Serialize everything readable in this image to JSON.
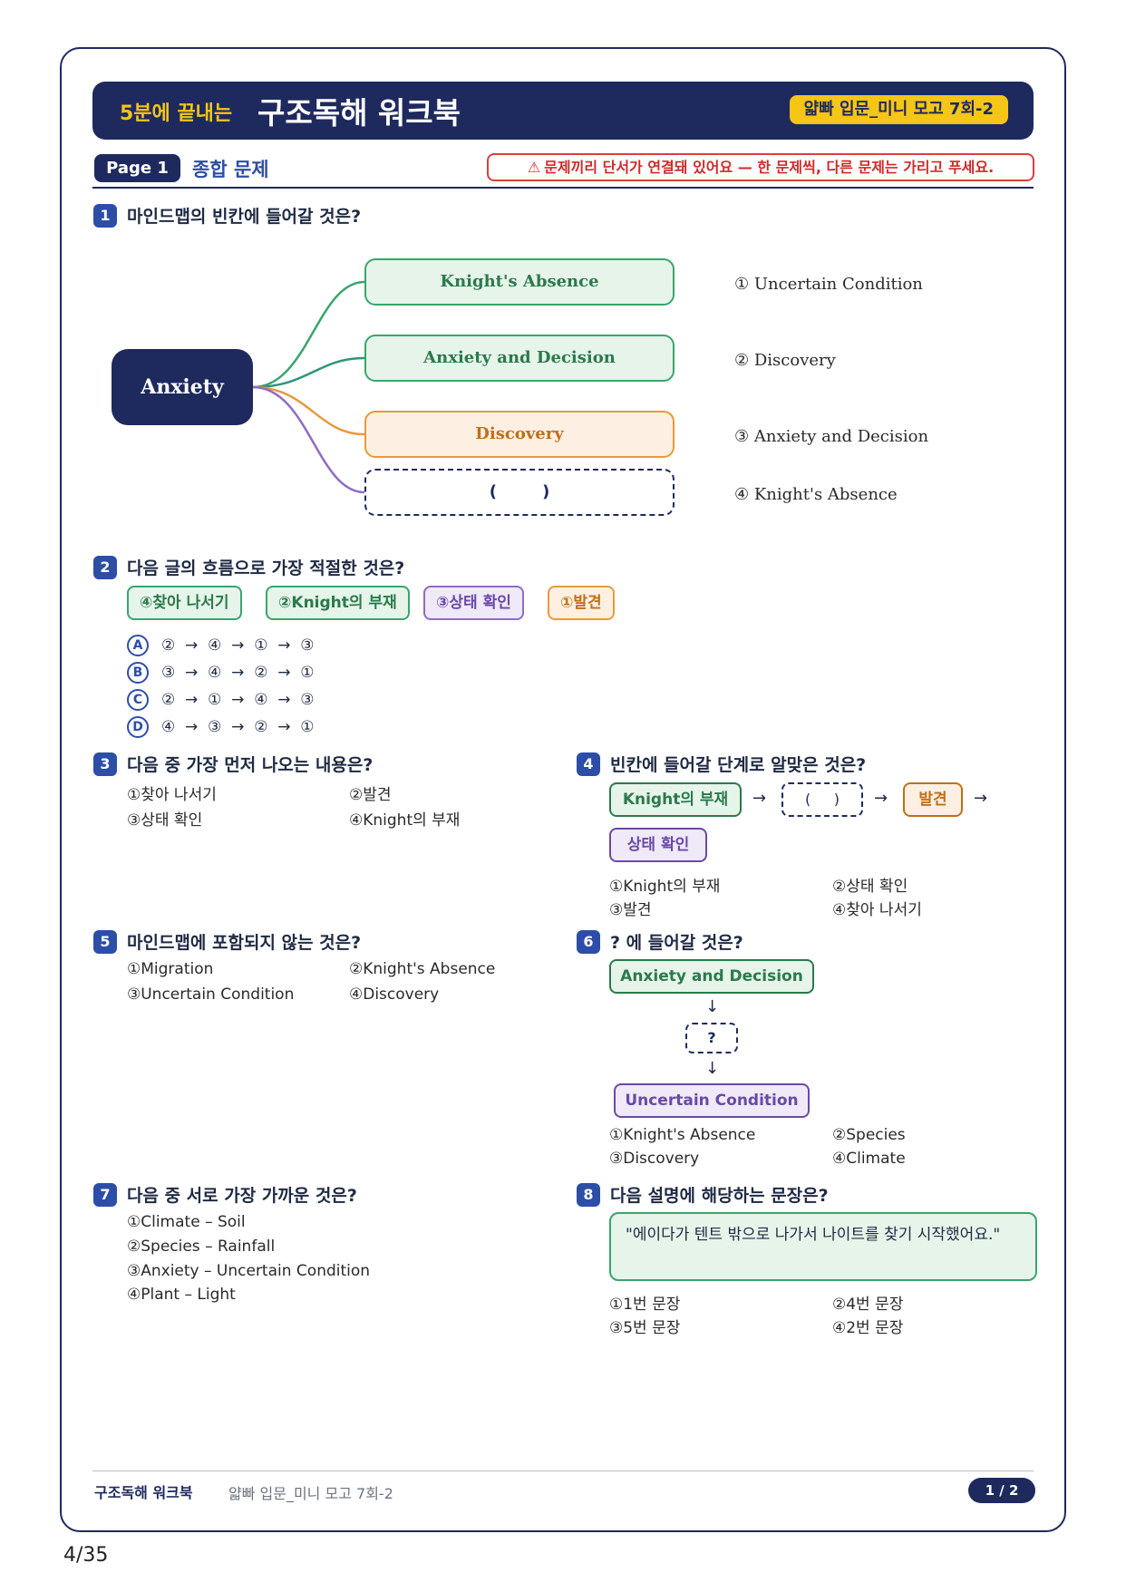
{
  "header": {
    "subtitle": "5분에 끝내는",
    "title": "구조독해 워크북",
    "badge": "얇빠 입문_미니 모고 7회-2"
  },
  "section": {
    "page_label": "Page 1",
    "title": "종합 문제",
    "warning_icon": "warning-icon",
    "warning": "문제끼리 단서가 연결돼 있어요 — 한 문제씩, 다른 문제는 가리고 푸세요."
  },
  "q1": {
    "num": "1",
    "text": "마인드맵의 빈칸에 들어갈 것은?",
    "root": "Anxiety",
    "nodes": [
      "Knight's Absence",
      "Anxiety and Decision",
      "Discovery"
    ],
    "blank": "(        )",
    "options": [
      "① Uncertain Condition",
      "② Discovery",
      "③ Anxiety and Decision",
      "④ Knight's Absence"
    ]
  },
  "q2": {
    "num": "2",
    "text": "다음 글의 흐름으로 가장 적절한 것은?",
    "chips": [
      "④찾아 나서기",
      "②Knight의 부재",
      "③상태 확인",
      "①발견"
    ],
    "choices": [
      {
        "letter": "A",
        "seq": "②  →  ④  →  ①  →  ③"
      },
      {
        "letter": "B",
        "seq": "③  →  ④  →  ②  →  ①"
      },
      {
        "letter": "C",
        "seq": "②  →  ①  →  ④  →  ③"
      },
      {
        "letter": "D",
        "seq": "④  →  ③  →  ②  →  ①"
      }
    ]
  },
  "q3": {
    "num": "3",
    "text": "다음 중 가장 먼저 나오는 내용은?",
    "options": [
      "①찾아 나서기",
      "②발견",
      "③상태 확인",
      "④Knight의 부재"
    ]
  },
  "q4": {
    "num": "4",
    "text": "빈칸에 들어갈 단계로 알맞은 것은?",
    "flow": [
      "Knight의 부재",
      "(     )",
      "발견",
      "상태 확인"
    ],
    "arrow": "→",
    "options": [
      "①Knight의 부재",
      "②상태 확인",
      "③발견",
      "④찾아 나서기"
    ]
  },
  "q5": {
    "num": "5",
    "text": "마인드맵에 포함되지 않는 것은?",
    "options": [
      "①Migration",
      "②Knight's Absence",
      "③Uncertain Condition",
      "④Discovery"
    ]
  },
  "q6": {
    "num": "6",
    "text": "? 에 들어갈 것은?",
    "top": "Anxiety and Decision",
    "mid": "?",
    "bottom": "Uncertain Condition",
    "arrow": "↓",
    "options": [
      "①Knight's Absence",
      "②Species",
      "③Discovery",
      "④Climate"
    ]
  },
  "q7": {
    "num": "7",
    "text": "다음 중 서로 가장 가까운 것은?",
    "options": [
      "①Climate – Soil",
      "②Species – Rainfall",
      "③Anxiety – Uncertain Condition",
      "④Plant – Light"
    ]
  },
  "q8": {
    "num": "8",
    "text": "다음 설명에 해당하는 문장은?",
    "quote": "\"에이다가 텐트 밖으로 나가서 나이트를 찾기 시작했어요.\"",
    "options": [
      "①1번 문장",
      "②4번 문장",
      "③5번 문장",
      "④2번 문장"
    ]
  },
  "footer": {
    "title": "구조독해 워크북",
    "sub": "얇빠 입문_미니 모고 7회-2",
    "page": "1 / 2"
  },
  "doc_page": "4/35",
  "colors": {
    "navy": "#1e2a5e",
    "accent_blue": "#2d4ea7",
    "yellow": "#f5c518",
    "green": "#3aa56b",
    "orange": "#e89a3c",
    "purple": "#8e6cc7",
    "warning_red": "#d84040"
  }
}
